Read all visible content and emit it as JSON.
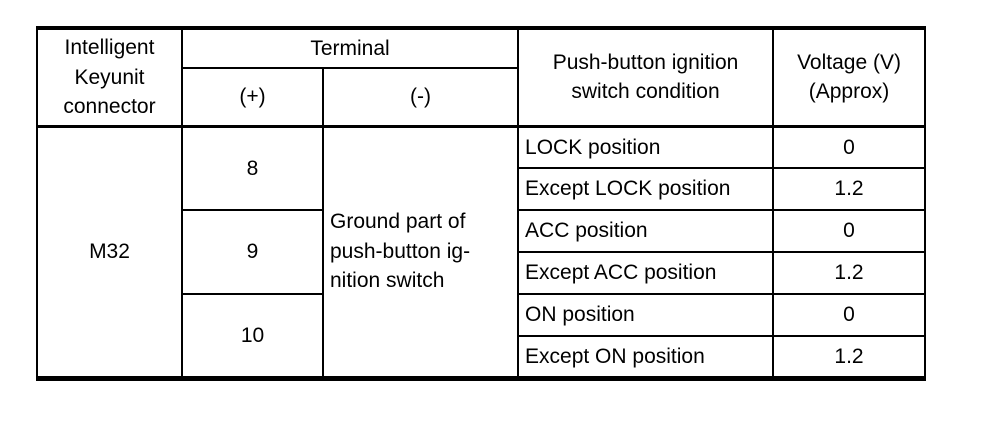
{
  "page": {
    "background_color": "#ffffff",
    "text_color": "#000000",
    "rule_color": "#000000"
  },
  "table": {
    "header": {
      "connector": "Intelligent\nKeyunit\nconnector",
      "terminal": "Terminal",
      "terminal_plus": "(+)",
      "terminal_minus": "(-)",
      "condition": "Push-button ignition\nswitch condition",
      "voltage": "Voltage (V)\n(Approx)"
    },
    "body": {
      "connector": "M32",
      "terminal_groups": [
        {
          "plus": "8"
        },
        {
          "plus": "9"
        },
        {
          "plus": "10"
        }
      ],
      "minus": "Ground part of\npush-button ig-\nnition switch",
      "rows": [
        {
          "condition": "LOCK position",
          "voltage": "0"
        },
        {
          "condition": "Except LOCK position",
          "voltage": "1.2"
        },
        {
          "condition": "ACC position",
          "voltage": "0"
        },
        {
          "condition": "Except ACC position",
          "voltage": "1.2"
        },
        {
          "condition": "ON position",
          "voltage": "0"
        },
        {
          "condition": "Except ON position",
          "voltage": "1.2"
        }
      ]
    }
  }
}
